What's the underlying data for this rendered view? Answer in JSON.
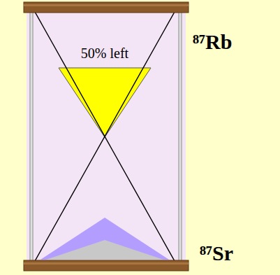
{
  "diagram": {
    "labels": [
      "50% left",
      "⁸⁷Rb",
      "⁸⁷Sr"
    ]
  }
}
